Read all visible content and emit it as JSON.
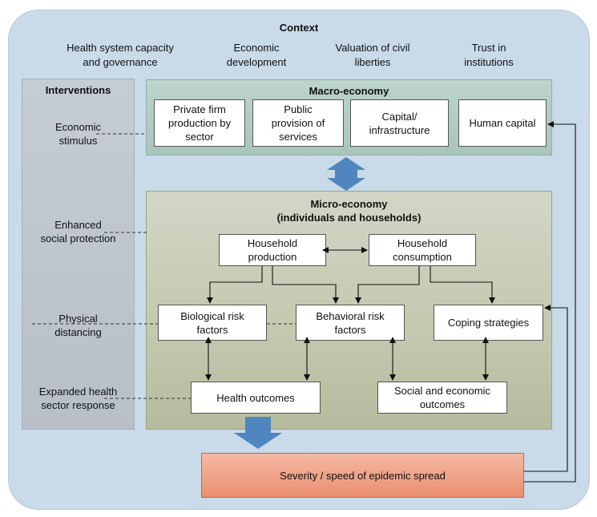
{
  "context": {
    "title": "Context",
    "items": [
      {
        "line1": "Health system capacity",
        "line2": "and governance"
      },
      {
        "line1": "Economic",
        "line2": "development"
      },
      {
        "line1": "Valuation of civil",
        "line2": "liberties"
      },
      {
        "line1": "Trust in",
        "line2": "institutions"
      }
    ]
  },
  "interventions": {
    "title": "Interventions",
    "items": [
      {
        "line1": "Economic",
        "line2": "stimulus"
      },
      {
        "line1": "Enhanced",
        "line2": "social protection"
      },
      {
        "line1": "Physical",
        "line2": "distancing"
      },
      {
        "line1": "Expanded health",
        "line2": "sector response"
      }
    ]
  },
  "macro": {
    "title": "Macro-economy",
    "boxes": [
      {
        "line1": "Private firm",
        "line2": "production by",
        "line3": "sector"
      },
      {
        "line1": "Public",
        "line2": "provision of",
        "line3": "services"
      },
      {
        "line1": "Capital/",
        "line2": "infrastructure"
      },
      {
        "line1": "Human capital"
      }
    ]
  },
  "micro": {
    "title_line1": "Micro-economy",
    "title_line2": "(individuals and households)",
    "household_production": {
      "line1": "Household",
      "line2": "production"
    },
    "household_consumption": {
      "line1": "Household",
      "line2": "consumption"
    },
    "biological_risk": {
      "line1": "Biological risk",
      "line2": "factors"
    },
    "behavioral_risk": {
      "line1": "Behavioral risk",
      "line2": "factors"
    },
    "coping": {
      "line1": "Coping strategies"
    },
    "health_outcomes": {
      "line1": "Health outcomes"
    },
    "social_economic": {
      "line1": "Social and economic",
      "line2": "outcomes"
    }
  },
  "severity": {
    "label": "Severity / speed of epidemic spread"
  },
  "colors": {
    "context_bg": "#c9dae9",
    "macro_bg": "#a8c5bc",
    "micro_bg": "#c3c8ae",
    "interventions_bg": "#bfc5ce",
    "severity_bg": "#ea8f70",
    "big_arrow": "#4f86c0"
  }
}
